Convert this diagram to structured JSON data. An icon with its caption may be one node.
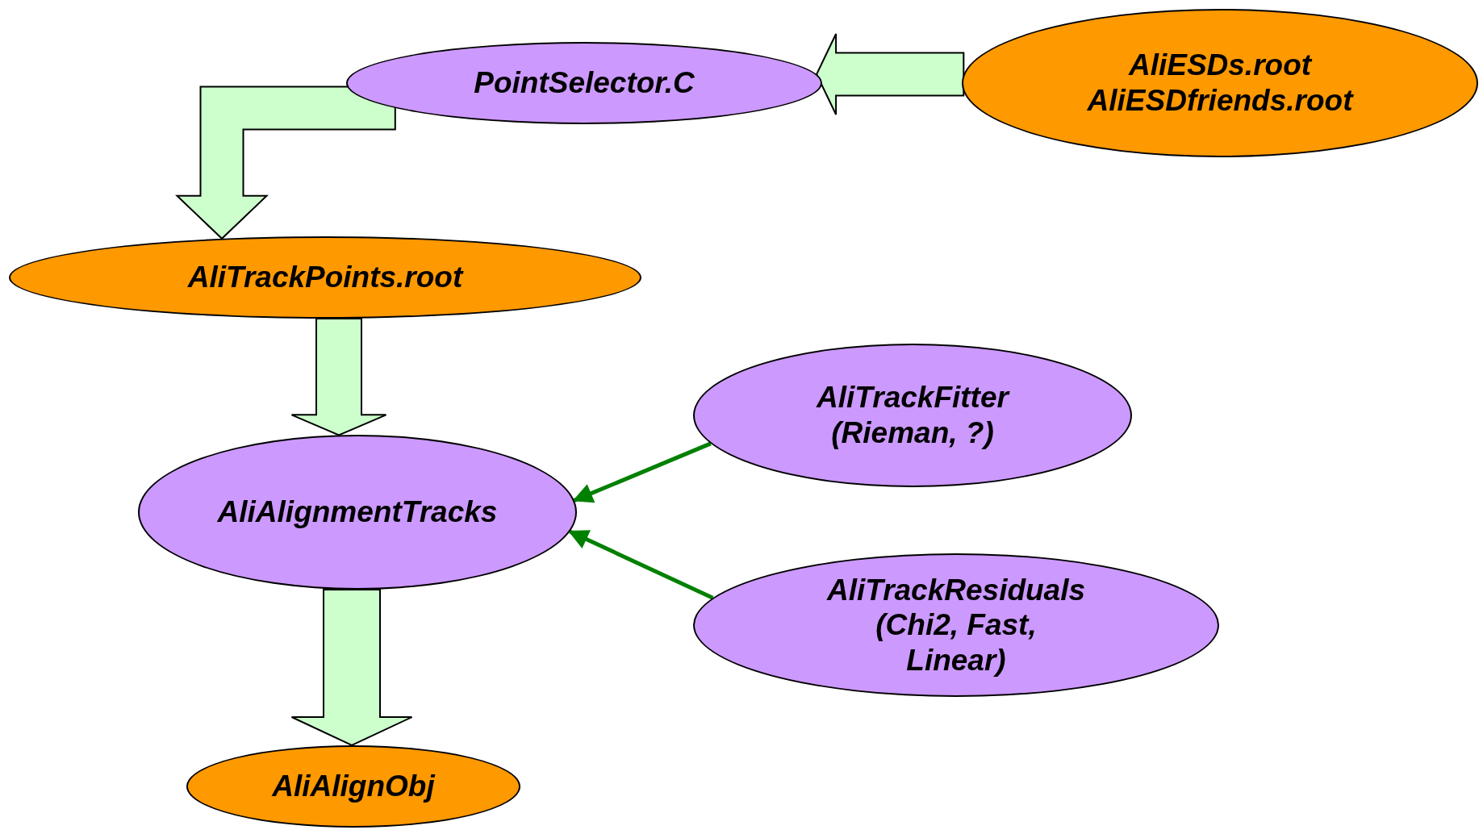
{
  "diagram": {
    "nodes": [
      {
        "text": [
          "PointSelector.C"
        ]
      },
      {
        "text": [
          "AliESDs.root",
          "AliESDfriends.root"
        ]
      },
      {
        "text": [
          "AliTrackPoints.root"
        ]
      },
      {
        "text": [
          "AliAlignmentTracks"
        ]
      },
      {
        "text": [
          "AliTrackFitter",
          "(Rieman, ?)"
        ]
      },
      {
        "text": [
          "AliTrackResiduals",
          "(Chi2, Fast, Linear)"
        ]
      },
      {
        "text": [
          "AliAlignObj"
        ]
      }
    ],
    "edges": [
      {
        "from": 1,
        "to": 0,
        "arrow": "to",
        "style": "thick"
      },
      {
        "from": 0,
        "to": 2,
        "arrow": "to",
        "style": "thick"
      },
      {
        "from": 2,
        "to": 3,
        "arrow": "to",
        "style": "thick"
      },
      {
        "from": 3,
        "to": 6,
        "arrow": "to",
        "style": "thick"
      },
      {
        "from": 4,
        "to": 3,
        "arrow": "to",
        "color": "#008000"
      },
      {
        "from": 5,
        "to": 3,
        "arrow": "to",
        "color": "#008000"
      }
    ]
  }
}
